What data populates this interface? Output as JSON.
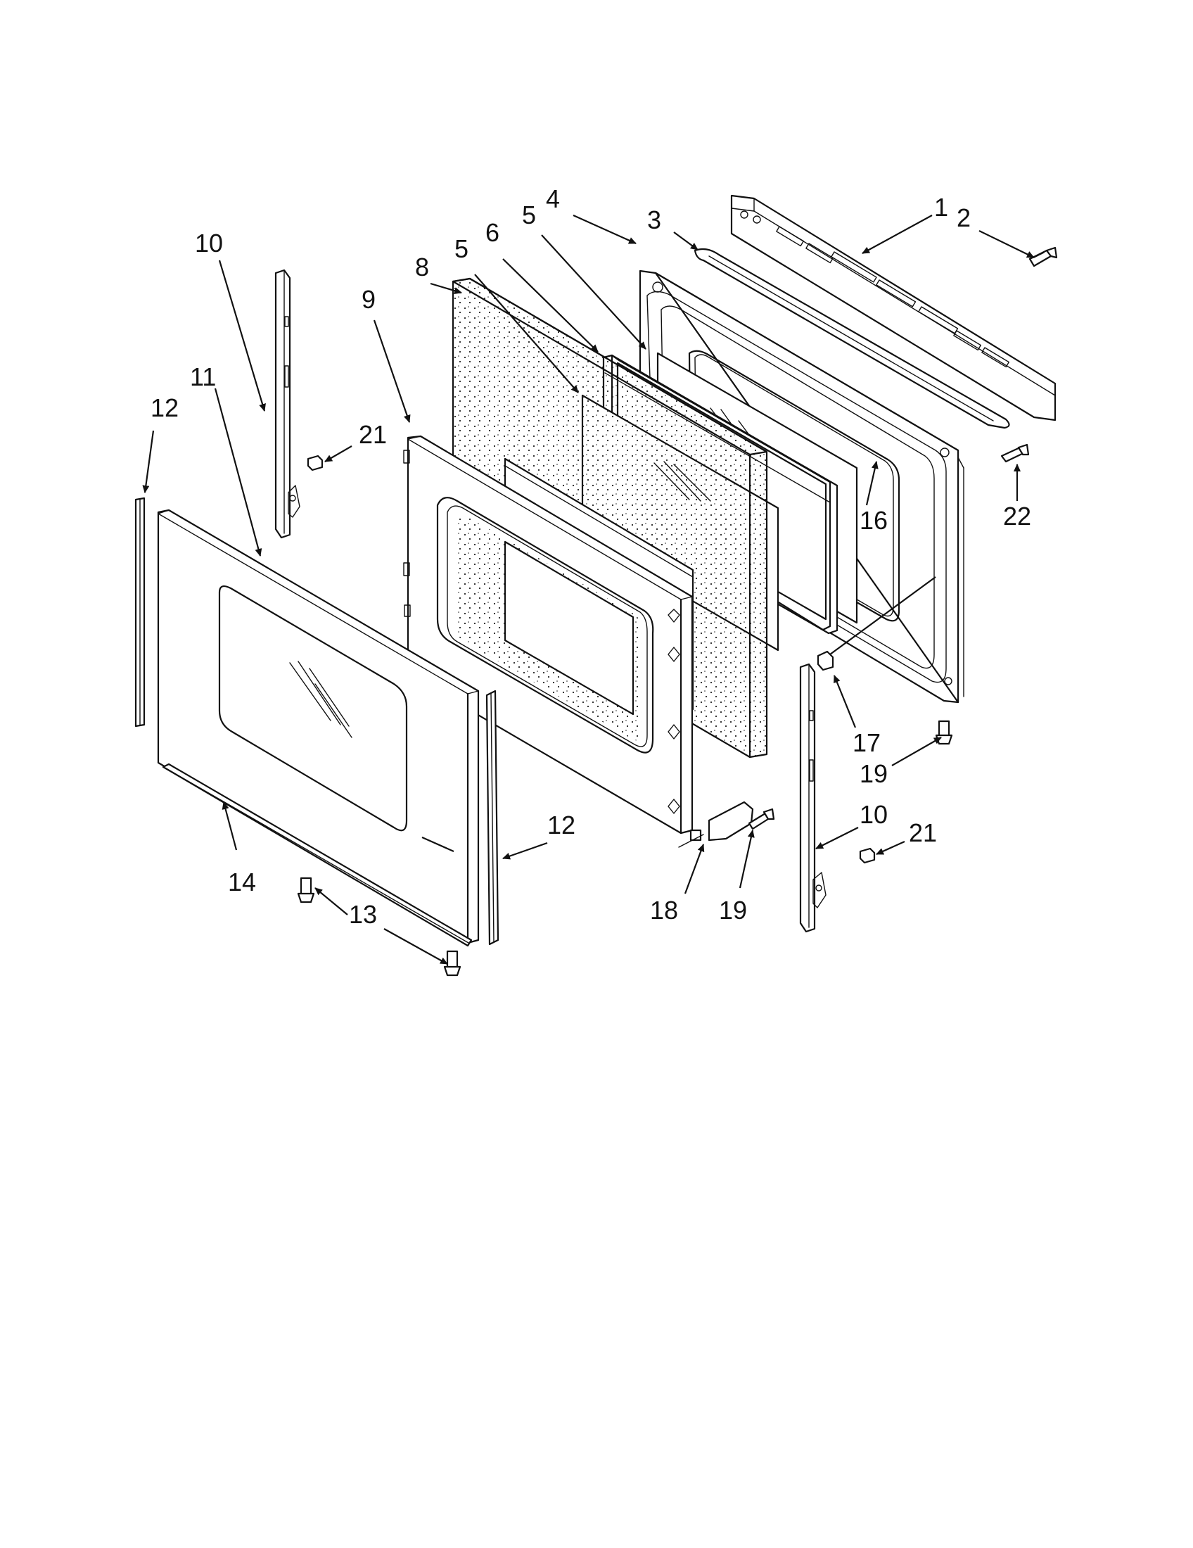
{
  "diagram": {
    "callouts": [
      {
        "id": "c1",
        "label": "1"
      },
      {
        "id": "c2",
        "label": "2"
      },
      {
        "id": "c3",
        "label": "3"
      },
      {
        "id": "c4",
        "label": "4"
      },
      {
        "id": "c5a",
        "label": "5"
      },
      {
        "id": "c5b",
        "label": "5"
      },
      {
        "id": "c6",
        "label": "6"
      },
      {
        "id": "c8",
        "label": "8"
      },
      {
        "id": "c9",
        "label": "9"
      },
      {
        "id": "c10a",
        "label": "10"
      },
      {
        "id": "c10b",
        "label": "10"
      },
      {
        "id": "c11",
        "label": "11"
      },
      {
        "id": "c12a",
        "label": "12"
      },
      {
        "id": "c12b",
        "label": "12"
      },
      {
        "id": "c13",
        "label": "13"
      },
      {
        "id": "c14",
        "label": "14"
      },
      {
        "id": "c16",
        "label": "16"
      },
      {
        "id": "c17",
        "label": "17"
      },
      {
        "id": "c18",
        "label": "18"
      },
      {
        "id": "c19a",
        "label": "19"
      },
      {
        "id": "c19b",
        "label": "19"
      },
      {
        "id": "c21a",
        "label": "21"
      },
      {
        "id": "c21b",
        "label": "21"
      },
      {
        "id": "c22",
        "label": "22"
      }
    ]
  }
}
